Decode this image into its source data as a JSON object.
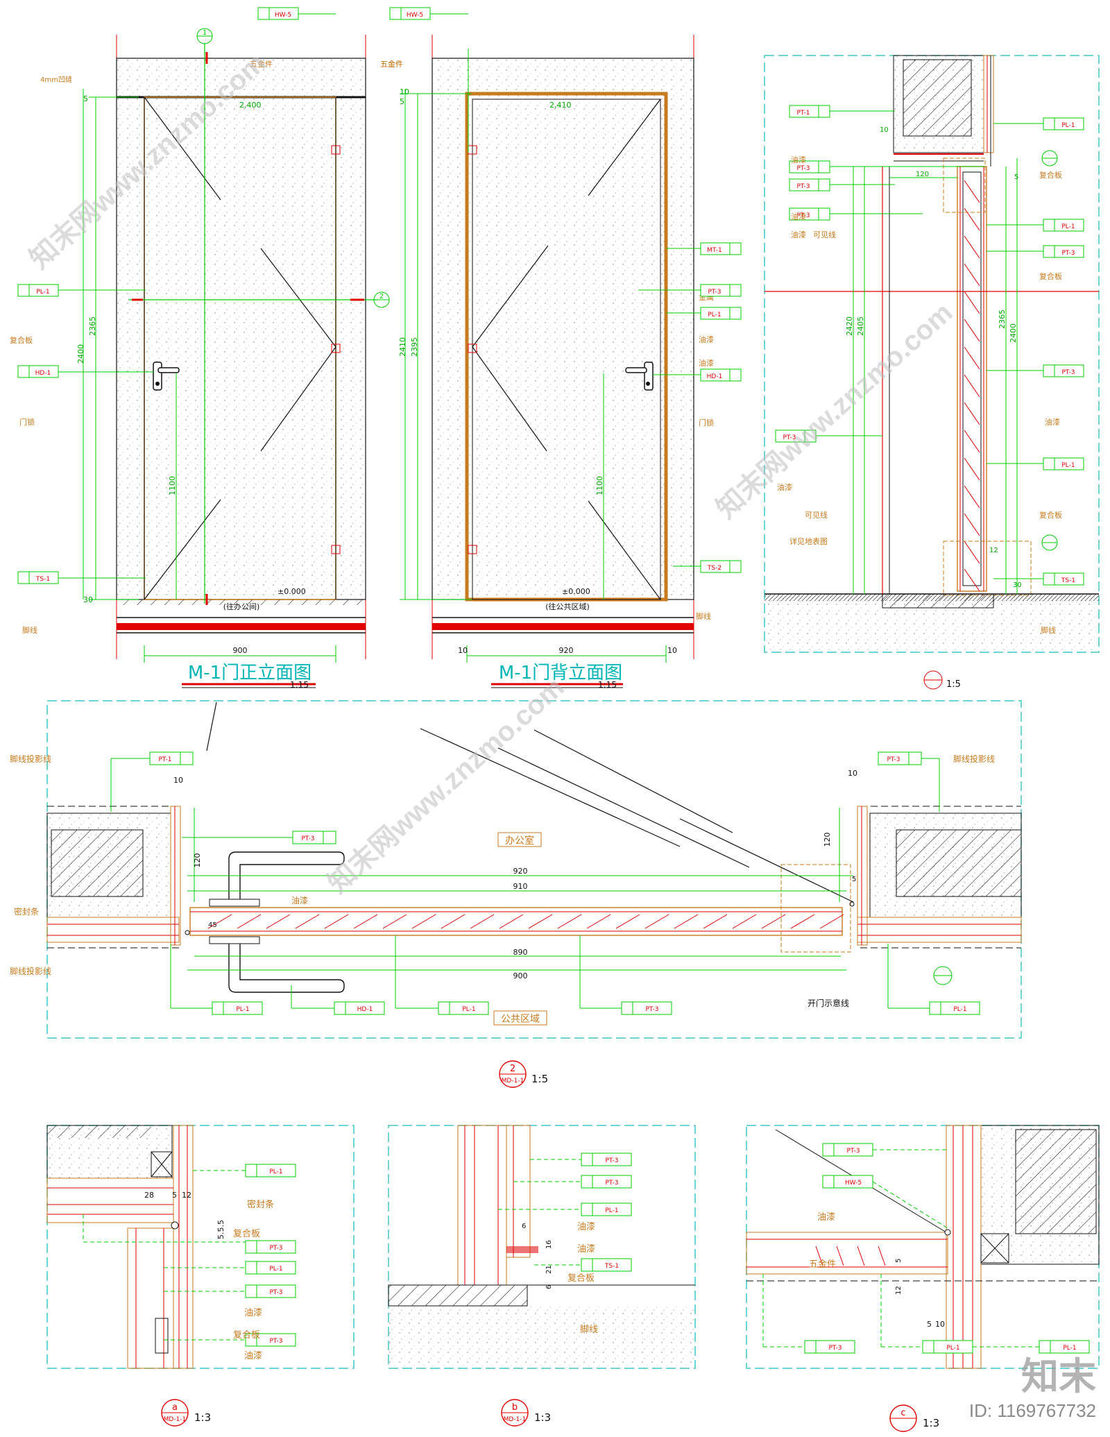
{
  "colors": {
    "green": "#00cc00",
    "red": "#e00000",
    "orange": "#c87a1e",
    "cyan": "#00b5b5",
    "black": "#111111",
    "grey": "#8a8a8a",
    "dash": "#3fc6c6"
  },
  "elevations": {
    "front": {
      "title": "M-1门正立面图",
      "scale": "1:15",
      "zone_note": "(往办公间)",
      "width_dim": "900",
      "level": "±0.000",
      "left_notes": {
        "groove": "4mm凹缝",
        "composite": "复合板",
        "lock": "门锁",
        "baseline": "脚线"
      },
      "right_notes": {
        "hardware": "五金件"
      },
      "tags": [
        "HW-5",
        "PL-1",
        "HD-1",
        "TS-1"
      ],
      "dims": {
        "d2400": "2400",
        "d2365": "2365",
        "d1100": "1100",
        "d5": "5",
        "d30": "30",
        "top": "2,400"
      }
    },
    "back": {
      "title": "M-1门背立面图",
      "scale": "1:15",
      "zone_note": "(往公共区域)",
      "width_dim": "920",
      "left_dim": "10",
      "right_dim": "10",
      "level": "±0.000",
      "right_notes": {
        "hardware": "五金件",
        "metal": "金属",
        "paint1": "油漆",
        "paint2": "油漆",
        "lock": "门锁",
        "baseline": "脚线"
      },
      "tags": [
        "HW-5",
        "MT-1",
        "PT-3",
        "PL-1",
        "HD-1",
        "TS-2"
      ],
      "dims": {
        "d2410": "2410",
        "d2395": "2395",
        "d1100": "1100",
        "d5": "5",
        "d10": "10",
        "top": "2,410"
      }
    }
  },
  "section1": {
    "scale": "1:5",
    "left_tags": [
      "PT-1",
      "PT-3",
      "PT-3",
      "PT-3",
      "PT-3"
    ],
    "left_notes": [
      "油漆",
      "油漆",
      "油漆",
      "可见线",
      "油漆",
      "可见线",
      "详见地表图"
    ],
    "right_tags": [
      "PL-1",
      "PL-1",
      "PT-3",
      "PT-3",
      "PL-1",
      "TS-1"
    ],
    "right_notes": [
      "复合板",
      "复合板",
      "油漆",
      "复合板",
      "脚线"
    ],
    "dims": {
      "d10": "10",
      "d2420": "2420",
      "d2405": "2405",
      "d2365": "2365",
      "d2400": "2400",
      "d120": "120",
      "d5": "5",
      "d30": "30",
      "d12": "12"
    }
  },
  "plan": {
    "scale": "1:5",
    "ref": "MD-1-1",
    "ref_no": "2",
    "office": "办公室",
    "public": "公共区域",
    "paint": "油漆",
    "seal": "密封条",
    "open": "开门示意线",
    "base_proj_tl": "脚线投影线",
    "base_proj_tr": "脚线投影线",
    "base_proj_bl": "脚线投影线",
    "dims": {
      "d920": "920",
      "d910": "910",
      "d890": "890",
      "d900": "900",
      "d10a": "10",
      "d10b": "10",
      "d120a": "120",
      "d120b": "120",
      "d5": "5",
      "d45": "45"
    },
    "tags_top": [
      "PT-1",
      "PT-3",
      "PT-3"
    ],
    "tags_bottom": [
      "PL-1",
      "HD-1",
      "PL-1",
      "PT-3",
      "PL-1"
    ]
  },
  "details": [
    {
      "label": "a",
      "scale": "1:3",
      "tags": [
        "PL-1",
        "PT-3",
        "PL-1",
        "PT-3",
        "PT-3"
      ],
      "notes": [
        "密封条",
        "复合板",
        "油漆",
        "复合板",
        "油漆"
      ],
      "dims": [
        "28",
        "5",
        "12",
        "5.5.5"
      ]
    },
    {
      "label": "b",
      "scale": "1:3",
      "tags": [
        "PT-3",
        "PT-3",
        "PL-1",
        "TS-1"
      ],
      "notes": [
        "油漆",
        "油漆",
        "复合板",
        "脚线"
      ],
      "dims": [
        "6",
        "16",
        "21",
        "6"
      ]
    },
    {
      "label": "c",
      "scale": "1:3",
      "tags": [
        "PT-3",
        "HW-5",
        "PT-3",
        "PL-1",
        "PL-1"
      ],
      "notes": [
        "油漆",
        "五金件"
      ],
      "dims": [
        "5",
        "10",
        "12",
        "5"
      ]
    }
  ],
  "detail_ref": "MD-1-1",
  "watermark": "知末网www.znzmo.com",
  "brand": {
    "logo": "知末",
    "id": "ID: 1169767732"
  }
}
